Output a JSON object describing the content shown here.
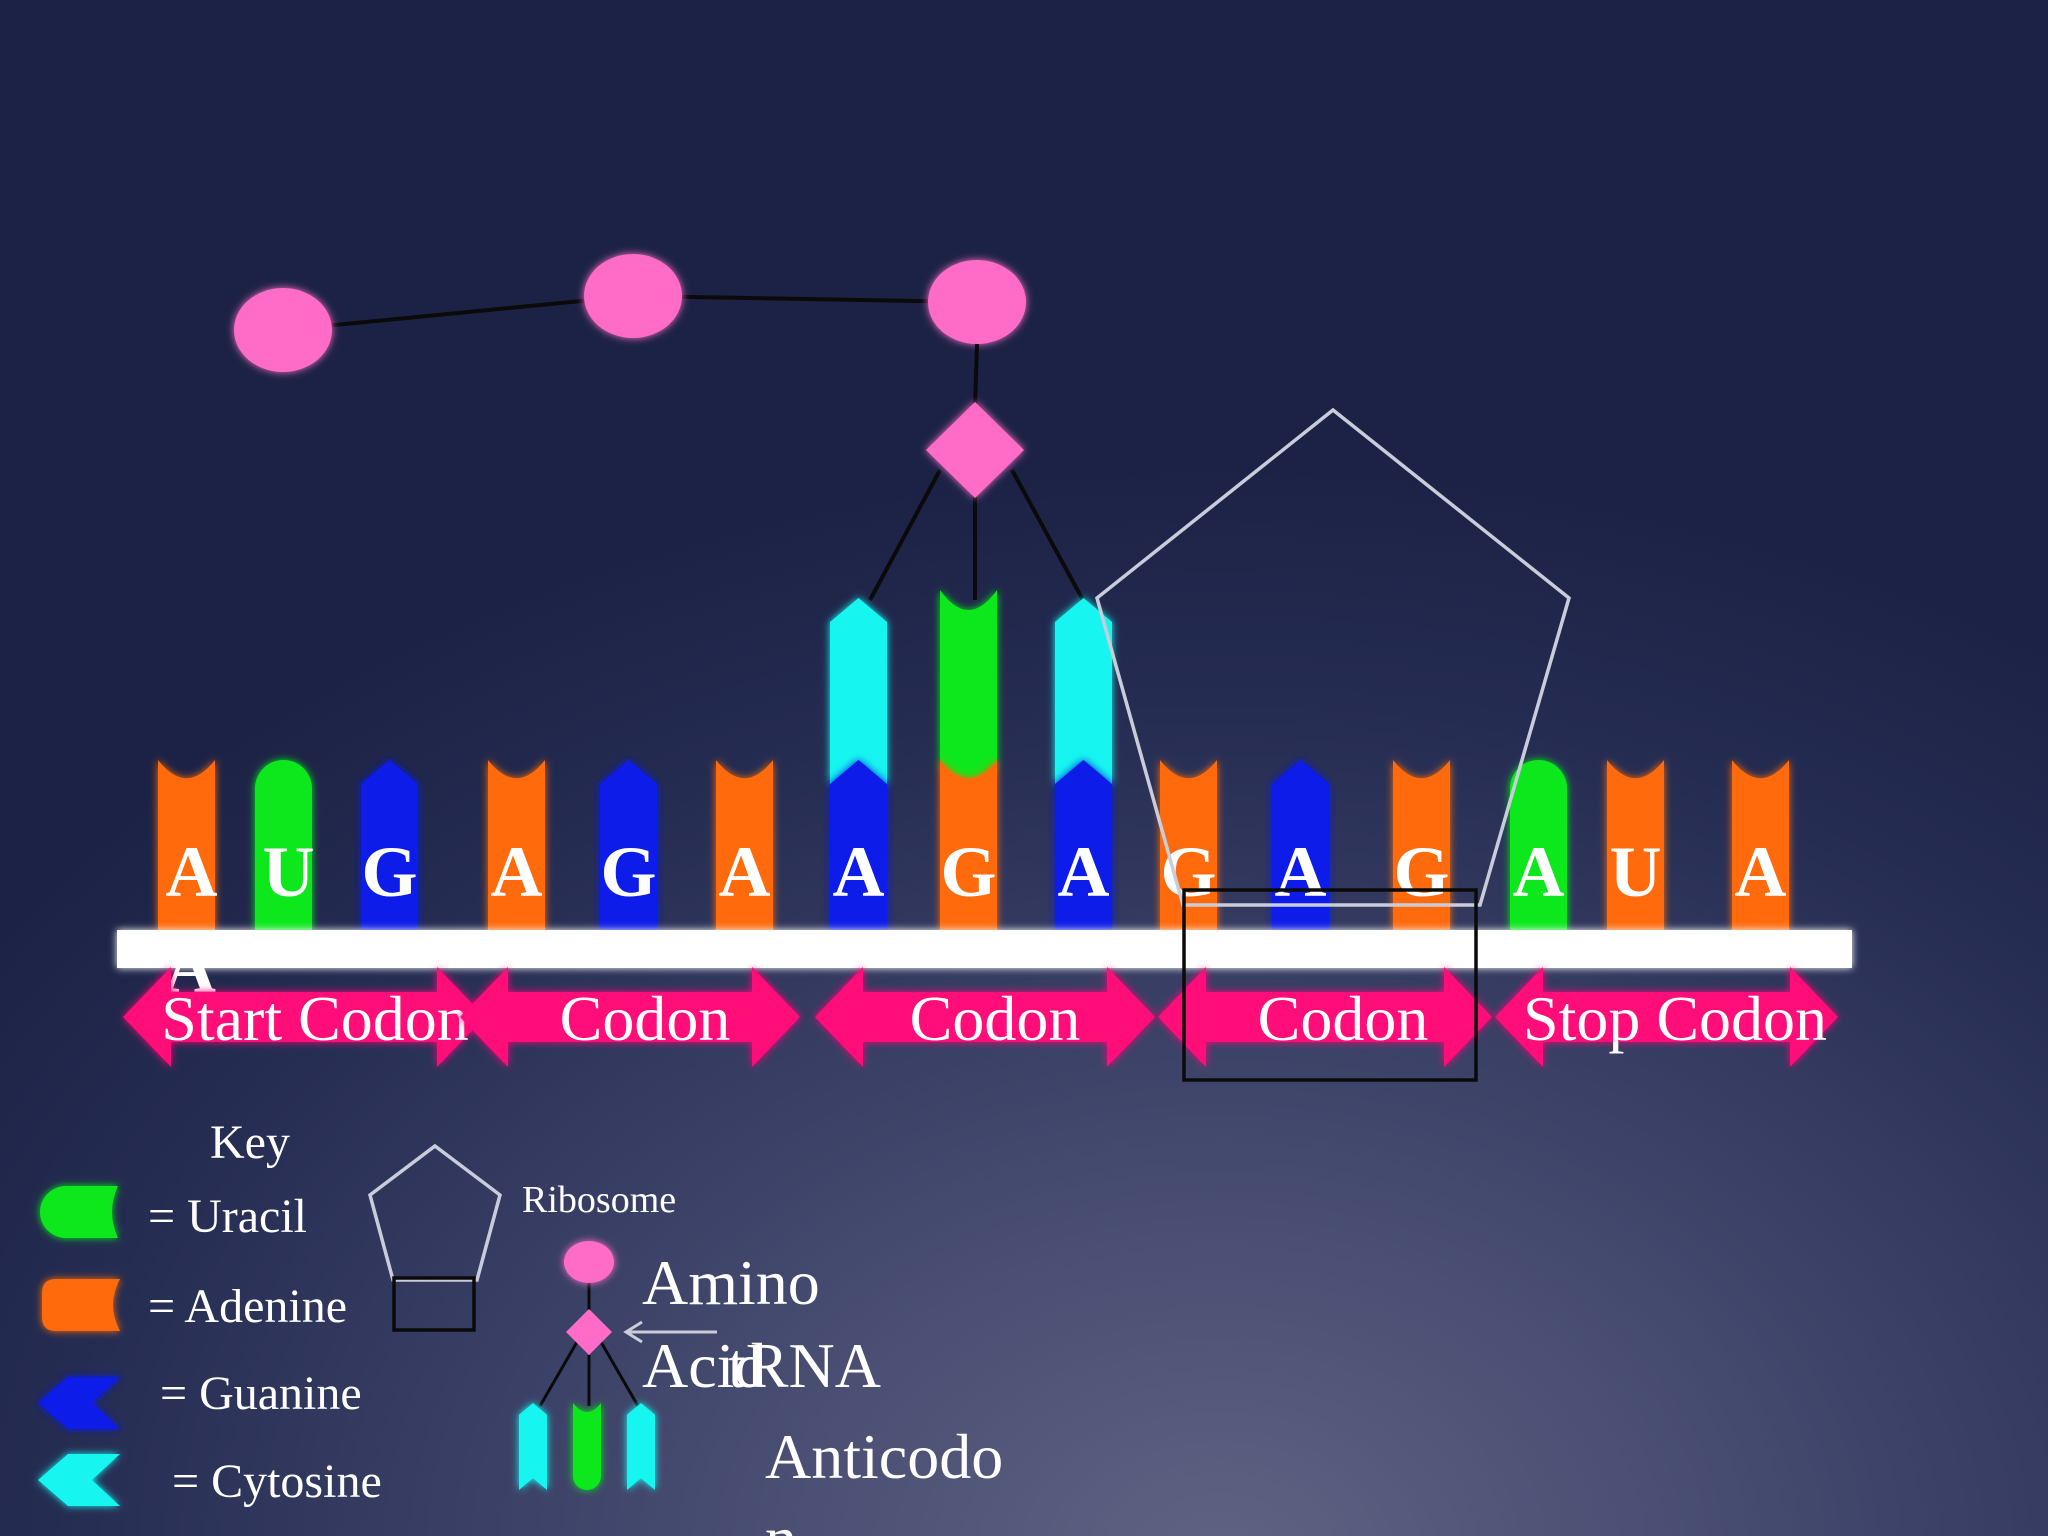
{
  "colors": {
    "uracil": "#10e81e",
    "adenine": "#ff6a0d",
    "guanine": "#0c1de8",
    "cytosine": "#15f5f0",
    "amino_acid": "#ff6cc8",
    "codon_arrow": "#ff0a78",
    "strand": "#ffffff",
    "ribosome_outline": "#c9cdd9"
  },
  "mrna": {
    "bases": [
      {
        "base": "A",
        "letter": "A",
        "color_key": "adenine"
      },
      {
        "base": "U",
        "letter": "U",
        "color_key": "uracil"
      },
      {
        "base": "G",
        "letter": "G",
        "color_key": "guanine"
      },
      {
        "base": "A",
        "letter": "A",
        "color_key": "adenine"
      },
      {
        "base": "G",
        "letter": "G",
        "color_key": "guanine"
      },
      {
        "base": "A",
        "letter": "A",
        "color_key": "adenine"
      },
      {
        "base": "G",
        "letter": "A",
        "color_key": "guanine"
      },
      {
        "base": "A",
        "letter": "G",
        "color_key": "adenine"
      },
      {
        "base": "G",
        "letter": "A",
        "color_key": "guanine"
      },
      {
        "base": "A",
        "letter": "G",
        "color_key": "adenine"
      },
      {
        "base": "G",
        "letter": "A",
        "color_key": "guanine"
      },
      {
        "base": "A",
        "letter": "G",
        "color_key": "adenine"
      },
      {
        "base": "U",
        "letter": "A",
        "color_key": "uracil"
      },
      {
        "base": "A",
        "letter": "U",
        "color_key": "adenine"
      },
      {
        "base": "A",
        "letter": "A",
        "color_key": "adenine"
      }
    ],
    "stray_letter": "A"
  },
  "codons": [
    {
      "label": "Start Codon"
    },
    {
      "label": "Codon"
    },
    {
      "label": "Codon"
    },
    {
      "label": "Codon"
    },
    {
      "label": "Stop Codon"
    }
  ],
  "trna": {
    "anticodon": [
      "cytosine",
      "uracil",
      "cytosine"
    ]
  },
  "key": {
    "title": "Key",
    "items": [
      {
        "label": "= Uracil",
        "color_key": "uracil",
        "shape": "uracil"
      },
      {
        "label": "= Adenine",
        "color_key": "adenine",
        "shape": "adenine"
      },
      {
        "label": "= Guanine",
        "color_key": "guanine",
        "shape": "chevron"
      },
      {
        "label": "= Cytosine",
        "color_key": "cytosine",
        "shape": "chevron"
      }
    ],
    "ribosome_label": "Ribosome",
    "amino_acid_label_1": "Amino",
    "amino_acid_label_2": "Acid",
    "trna_label": "tRNA",
    "anticodon_label_1": "Anticodo",
    "anticodon_label_2": "n"
  }
}
